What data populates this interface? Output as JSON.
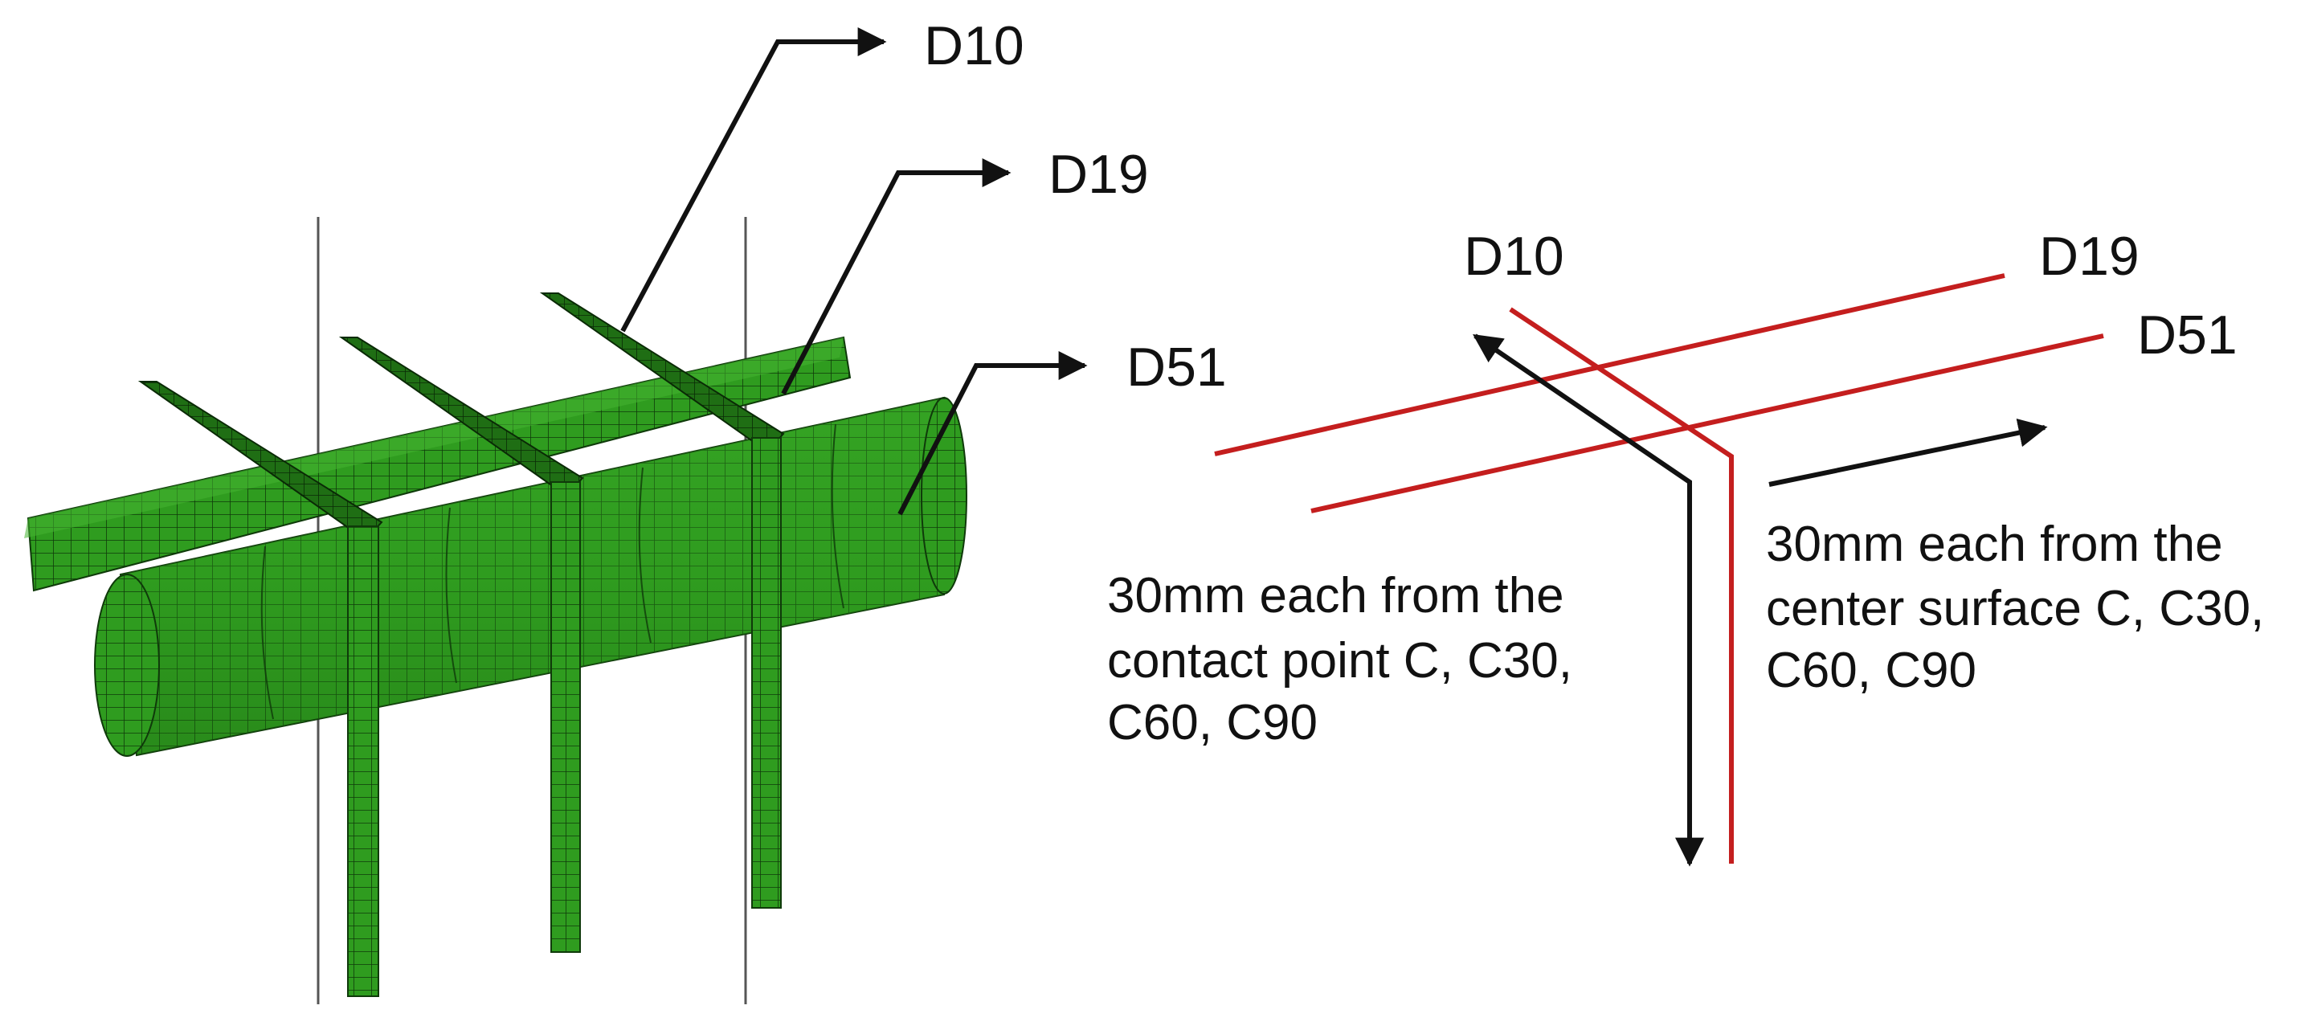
{
  "left_model": {
    "callouts": {
      "d10": "D10",
      "d19": "D19",
      "d51": "D51"
    }
  },
  "right_schematic": {
    "labels": {
      "d10": "D10",
      "d19": "D19",
      "d51": "D51"
    },
    "left_note": [
      "30mm each from the",
      "contact point C, C30,",
      "C60, C90"
    ],
    "right_note": [
      "30mm each from the",
      "center surface C, C30,",
      "C60, C90"
    ]
  },
  "colors": {
    "mesh_green": "#2f9c1f",
    "mesh_dark_green": "#1f6e14",
    "mesh_line": "#0f3a0a",
    "rebar_red": "#c41e1e",
    "arrow_black": "#111111",
    "guide_gray": "#555555"
  }
}
